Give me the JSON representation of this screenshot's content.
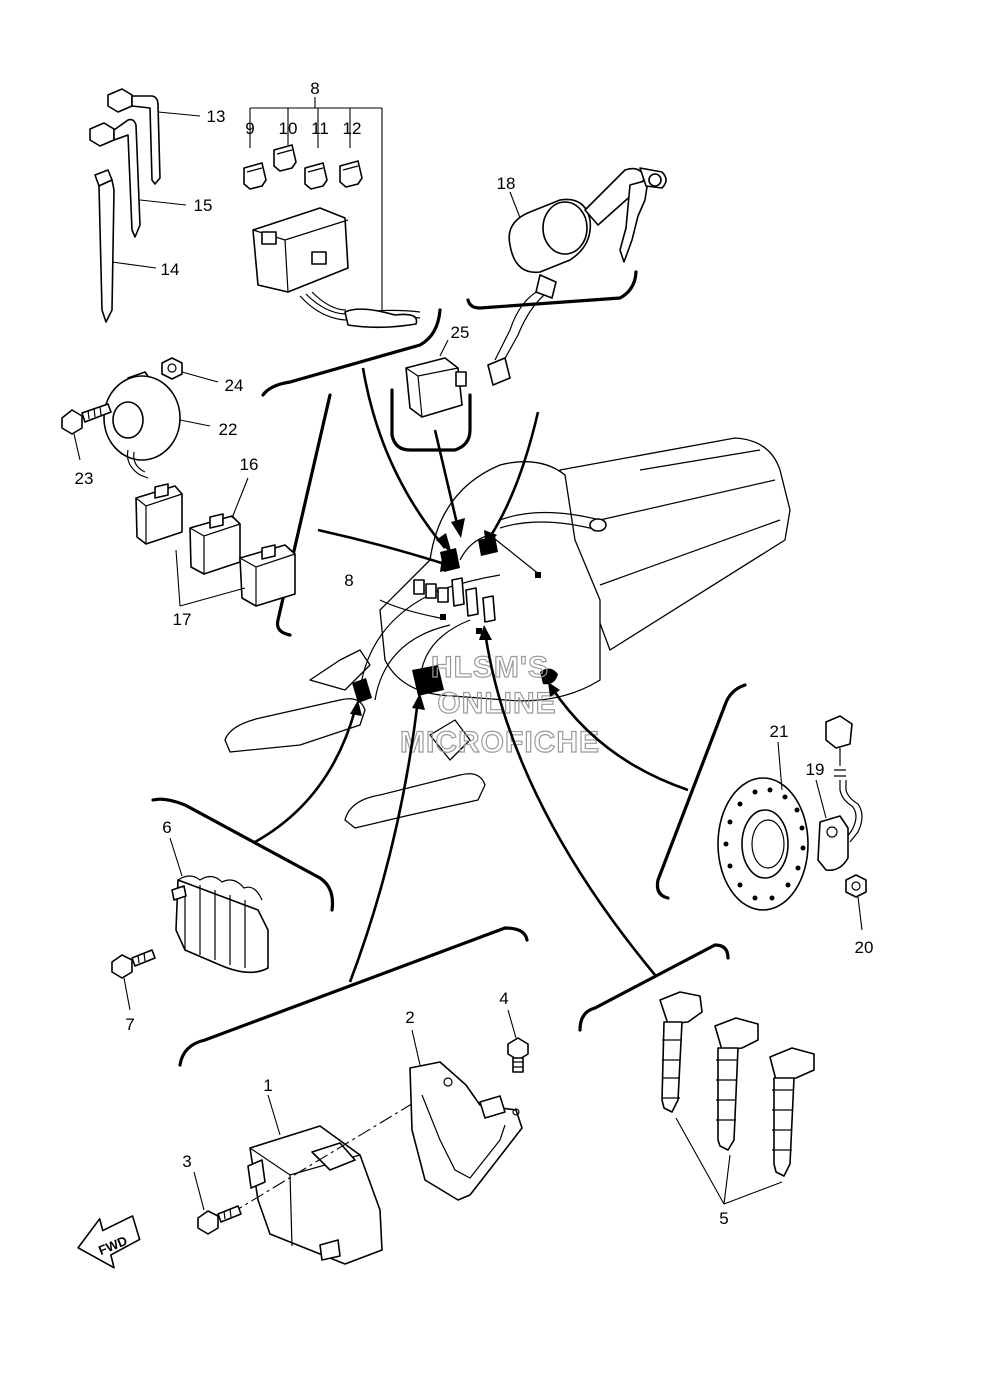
{
  "callouts": {
    "c1": "1",
    "c2": "2",
    "c3": "3",
    "c4": "4",
    "c5": "5",
    "c6": "6",
    "c7": "7",
    "c8_top": "8",
    "c8_mid": "8",
    "c9": "9",
    "c10": "10",
    "c11": "11",
    "c12": "12",
    "c13": "13",
    "c14": "14",
    "c15": "15",
    "c16": "16",
    "c17": "17",
    "c18": "18",
    "c19": "19",
    "c20": "20",
    "c21": "21",
    "c22": "22",
    "c23": "23",
    "c24": "24",
    "c25": "25"
  },
  "watermark": {
    "line1": "HLSM'S",
    "line2": "ONLINE",
    "line3": "MICROFICHE"
  },
  "fwd_label": "FWD",
  "icons": [
    "fwd-arrow-icon"
  ]
}
